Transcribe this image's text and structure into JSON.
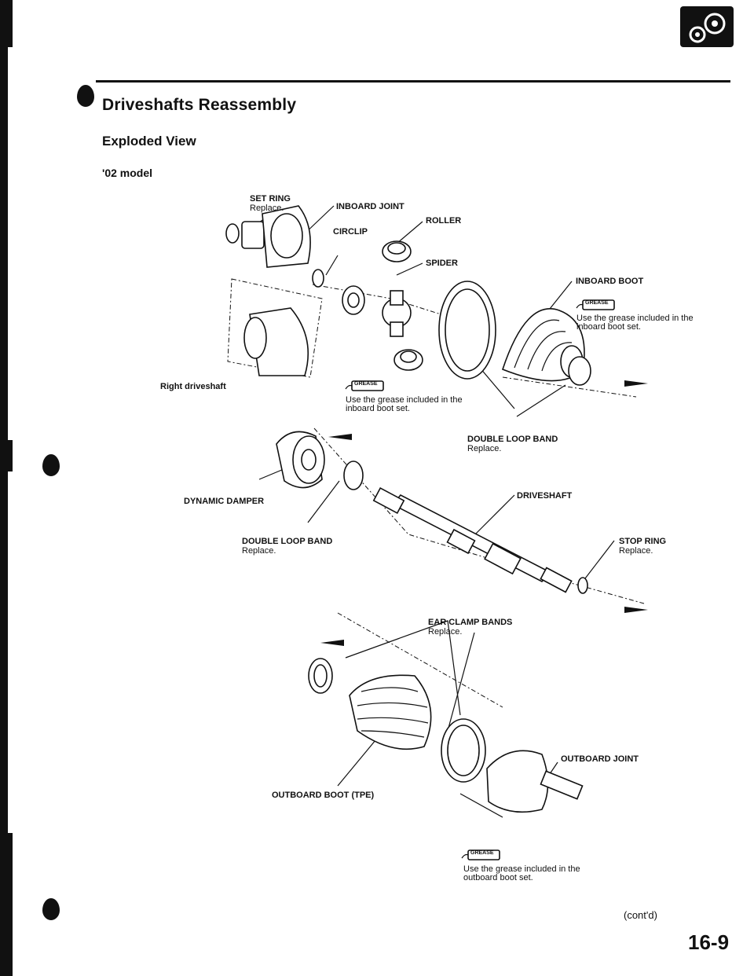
{
  "header": {
    "title": "Driveshafts Reassembly",
    "subtitle": "Exploded View",
    "model": "'02 model"
  },
  "labels": {
    "set_ring": "SET RING",
    "set_ring_note": "Replace.",
    "inboard_joint": "INBOARD JOINT",
    "roller": "ROLLER",
    "circlip": "CIRCLIP",
    "spider": "SPIDER",
    "inboard_boot": "INBOARD BOOT",
    "inboard_boot_note_1": "Use the grease included in the",
    "inboard_boot_note_2": "inboard boot set.",
    "right_driveshaft": "Right driveshaft",
    "center_note_1": "Use the grease included in the",
    "center_note_2": "inboard boot set.",
    "double_loop_band_1": "DOUBLE LOOP BAND",
    "double_loop_band_1_note": "Replace.",
    "dynamic_damper": "DYNAMIC DAMPER",
    "driveshaft": "DRIVESHAFT",
    "double_loop_band_2": "DOUBLE LOOP BAND",
    "double_loop_band_2_note": "Replace.",
    "stop_ring": "STOP RING",
    "stop_ring_note": "Replace.",
    "ear_clamp_bands": "EAR CLAMP BANDS",
    "ear_clamp_bands_note": "Replace.",
    "outboard_joint": "OUTBOARD JOINT",
    "outboard_boot": "OUTBOARD BOOT (TPE)",
    "outboard_note_1": "Use the grease included in the",
    "outboard_note_2": "outboard boot set.",
    "grease_icon_text": "GREASE"
  },
  "footer": {
    "contd": "(cont'd)",
    "page_number": "16-9"
  }
}
